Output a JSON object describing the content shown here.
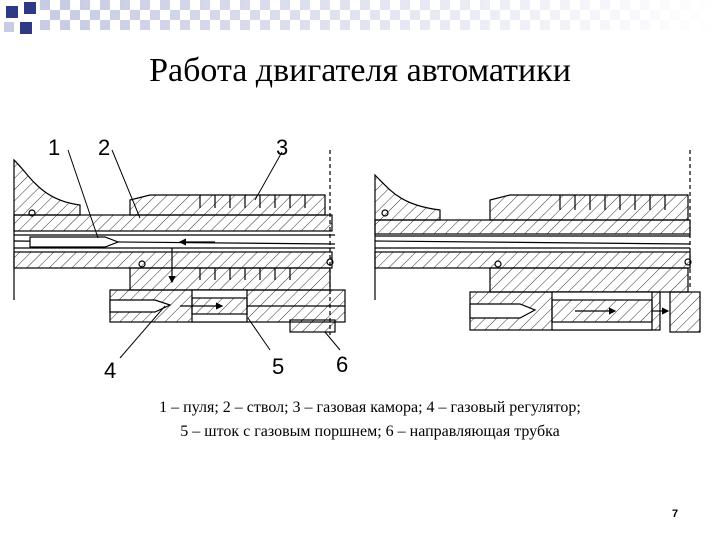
{
  "slide": {
    "title": "Работа двигателя автоматики",
    "caption_line1": "1 – пуля; 2 – ствол; 3 – газовая камора; 4 – газовый регулятор;",
    "caption_line2": "5 – шток с газовым поршнем; 6 – направляющая трубка",
    "page_number": "7"
  },
  "diagram": {
    "callouts": [
      "1",
      "2",
      "3",
      "4",
      "5",
      "6"
    ]
  },
  "colors": {
    "deco_square": "#2e3a85",
    "line": "#000000"
  }
}
